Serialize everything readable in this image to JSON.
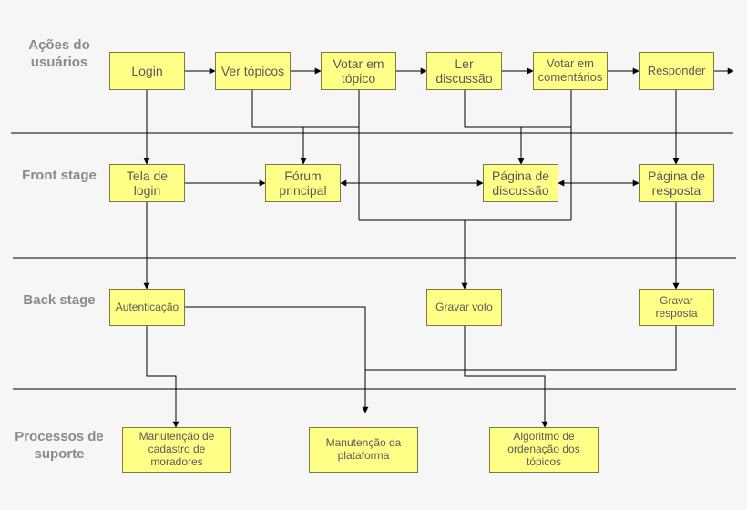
{
  "lanes": {
    "acoes": "Ações do usuários",
    "front": "Front stage",
    "back": "Back stage",
    "suporte": "Processos de suporte"
  },
  "boxes": {
    "login": "Login",
    "ver_topicos": "Ver tópicos",
    "votar_topico": "Votar em tópico",
    "ler_discussao": "Ler discussão",
    "votar_comentarios": "Votar em comentários",
    "responder": "Responder",
    "tela_login": "Tela de login",
    "forum_principal": "Fórum principal",
    "pagina_discussao": "Página de discussão",
    "pagina_resposta": "Página de resposta",
    "autenticacao": "Autenticação",
    "gravar_voto": "Gravar voto",
    "gravar_resposta": "Gravar resposta",
    "manutencao_cadastro": "Manutenção de cadastro de moradores",
    "manutencao_plataforma": "Manutenção da plataforma",
    "algoritmo": "Algoritmo de ordenação dos tópicos"
  },
  "colors": {
    "box_fill": "#ffff88",
    "box_border": "#7a7a3a",
    "line": "#000000",
    "lane_text": "#8a8a8a"
  }
}
